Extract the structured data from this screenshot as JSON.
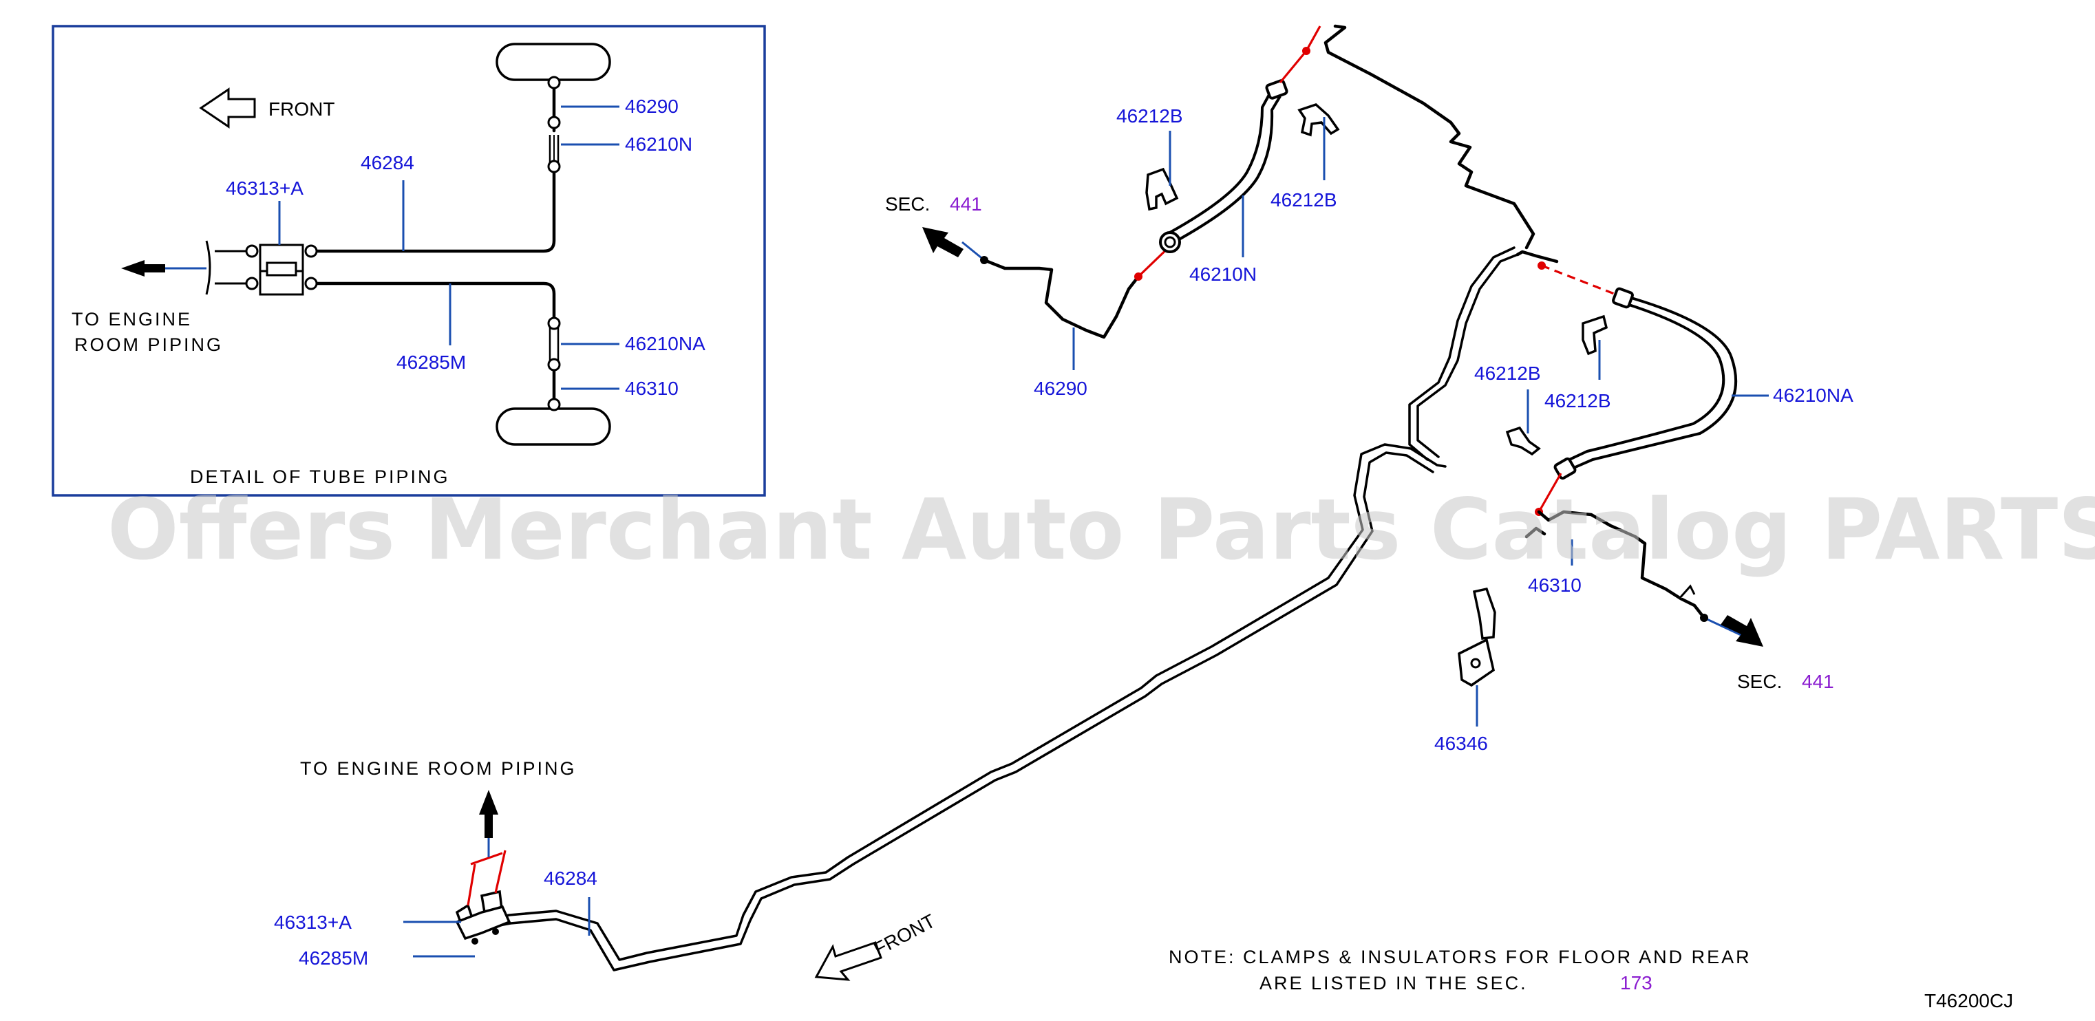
{
  "watermark": "Offers Merchant Auto Parts Catalog PARTSTORE.SA",
  "diagram_id": "T46200CJ",
  "detail": {
    "front": "FRONT",
    "to_engine_line1": "TO ENGINE",
    "to_engine_line2": "ROOM PIPING",
    "caption": "DETAIL OF TUBE PIPING",
    "labels": {
      "p46290": "46290",
      "p46210N": "46210N",
      "p46284": "46284",
      "p46313A": "46313+A",
      "p46210NA": "46210NA",
      "p46285M": "46285M",
      "p46310": "46310"
    }
  },
  "main": {
    "sec_text": "SEC.",
    "sec_441": "441",
    "to_engine_room_piping": "TO ENGINE ROOM PIPING",
    "front": "FRONT",
    "note_line1": "NOTE: CLAMPS & INSULATORS FOR FLOOR AND REAR",
    "note_line2": "ARE LISTED IN THE SEC.",
    "note_sec": "173",
    "labels": {
      "p46212B_a": "46212B",
      "p46212B_b": "46212B",
      "p46212B_c": "46212B",
      "p46212B_d": "46212B",
      "p46210N": "46210N",
      "p46290": "46290",
      "p46210NA": "46210NA",
      "p46310": "46310",
      "p46346": "46346",
      "p46284": "46284",
      "p46313A": "46313+A",
      "p46285M": "46285M"
    }
  },
  "colors": {
    "part_label": "#1515d8",
    "sec_number": "#8a1cd0",
    "leader": "#1a4fb0",
    "detail_border": "#1a3d9c",
    "dashed_link": "#e00000"
  }
}
